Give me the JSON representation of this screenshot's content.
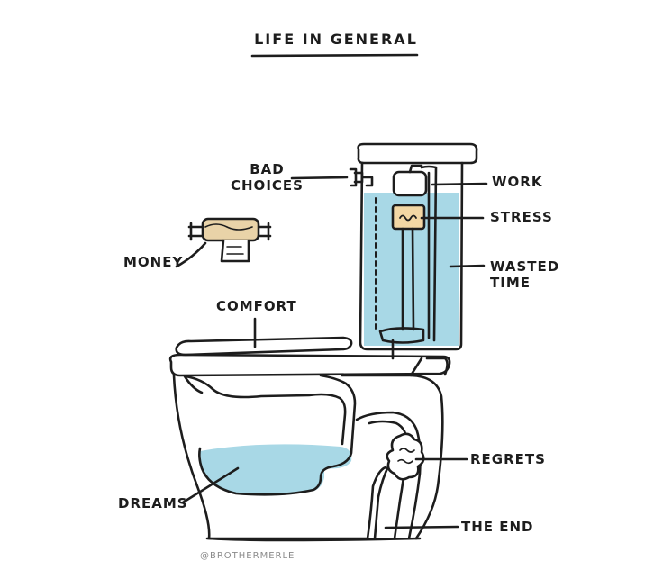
{
  "title": "LIFE IN GENERAL",
  "credit": "@BROTHERMERLE",
  "labels": {
    "bad_choices": "BAD\nCHOICES",
    "work": "WORK",
    "stress": "STRESS",
    "wasted_time": "WASTED\nTIME",
    "money": "MONEY",
    "comfort": "COMFORT",
    "dreams": "DREAMS",
    "regrets": "REGRETS",
    "the_end": "THE END"
  },
  "colors": {
    "water": "#a8d8e6",
    "ink": "#1d1d1d",
    "flapper": "#f3d7a4",
    "money": "#e9d3a8"
  }
}
